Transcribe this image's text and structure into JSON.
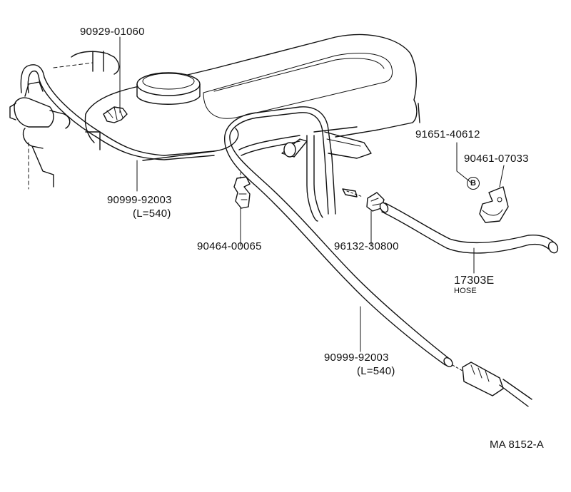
{
  "diagram": {
    "labels": {
      "part_90929": "90929-01060",
      "part_90999_a": "90999-92003",
      "part_90999_a_len": "(L=540)",
      "part_90464": "90464-00065",
      "part_96132": "96132-30800",
      "part_91651": "91651-40612",
      "part_90461": "90461-07033",
      "part_17303": "17303E",
      "part_17303_note": "HOSE",
      "part_90999_b": "90999-92003",
      "part_90999_b_len": "(L=540)",
      "callout_b": "B",
      "figure_code": "MA 8152-A"
    }
  }
}
